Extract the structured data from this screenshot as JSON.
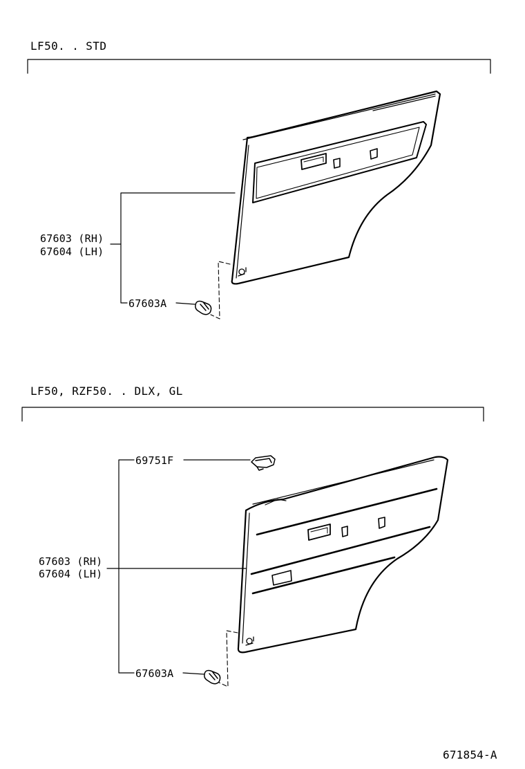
{
  "sections": [
    {
      "title": "LF50. . STD",
      "labels": {
        "part_rh": "67603 (RH)",
        "part_lh": "67604 (LH)",
        "clip": "67603A"
      }
    },
    {
      "title": "LF50, RZF50. . DLX, GL",
      "labels": {
        "pull_handle": "69751F",
        "part_rh": "67603 (RH)",
        "part_lh": "67604 (LH)",
        "clip": "67603A"
      }
    }
  ],
  "drawing_number": "671854-A"
}
